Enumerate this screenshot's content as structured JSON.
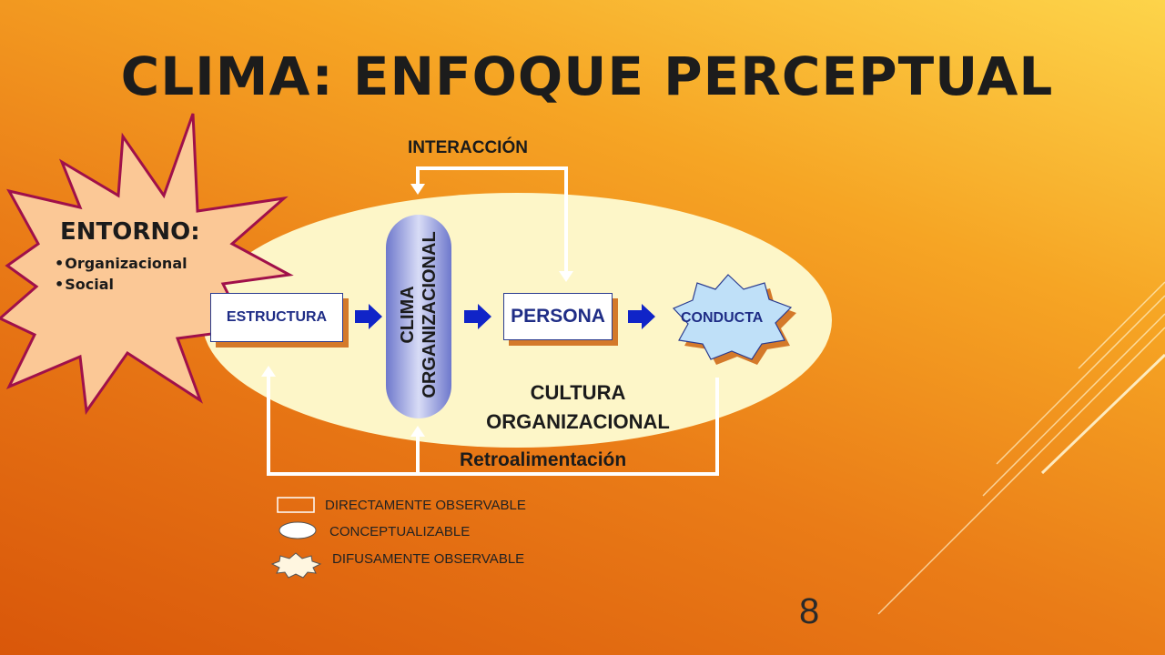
{
  "title": "CLIMA: ENFOQUE PERCEPTUAL",
  "entorno": {
    "heading": "ENTORNO:",
    "items": [
      "Organizacional",
      "Social"
    ]
  },
  "nodes": {
    "estructura": "ESTRUCTURA",
    "clima": [
      "CLIMA",
      "ORGANIZACIONAL"
    ],
    "persona": "PERSONA",
    "conducta": "CONDUCTA"
  },
  "labels": {
    "interaccion": "INTERACCIÓN",
    "cultura": [
      "CULTURA",
      "ORGANIZACIONAL"
    ],
    "retroalimentacion": "Retroalimentación"
  },
  "legend": {
    "rect": "DIRECTAMENTE OBSERVABLE",
    "ellipse": "CONCEPTUALIZABLE",
    "burst": "DIFUSAMENTE OBSERVABLE"
  },
  "page_number": "8",
  "colors": {
    "ellipse_fill": "#fdf6c8",
    "entorno_fill": "#fbc896",
    "entorno_stroke": "#a0104a",
    "arrow_blue": "#1024c8",
    "conducta_fill": "#bfe0f8",
    "clima_pill": "#8a93d9"
  }
}
